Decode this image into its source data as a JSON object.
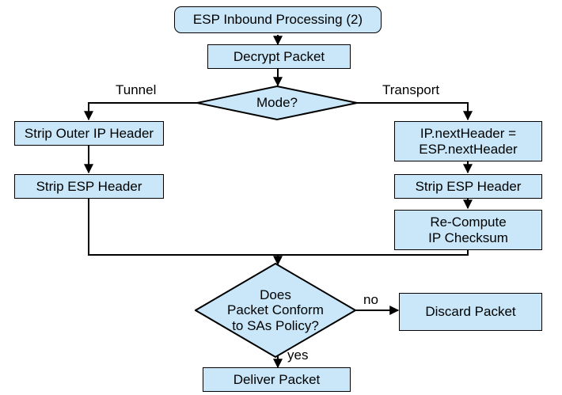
{
  "diagram": {
    "title": "ESP Inbound Processing (2)",
    "type": "flowchart",
    "colors": {
      "node_fill": "#c9e7f8",
      "node_stroke": "#000000",
      "text": "#000000",
      "background": "#ffffff"
    },
    "nodes": {
      "start": {
        "label": "ESP Inbound Processing (2)",
        "shape": "rounded-rectangle"
      },
      "decrypt": {
        "label": "Decrypt Packet",
        "shape": "rectangle"
      },
      "mode": {
        "label": "Mode?",
        "shape": "diamond"
      },
      "strip_outer_ip": {
        "label": "Strip Outer IP Header",
        "shape": "rectangle"
      },
      "strip_esp_left": {
        "label": "Strip ESP Header",
        "shape": "rectangle"
      },
      "next_header": {
        "label": "IP.nextHeader =\nESP.nextHeader",
        "shape": "rectangle"
      },
      "strip_esp_right": {
        "label": "Strip ESP Header",
        "shape": "rectangle"
      },
      "recompute": {
        "label": "Re-Compute\nIP Checksum",
        "shape": "rectangle"
      },
      "conform": {
        "label": "Does\nPacket Conform\nto SAs Policy?",
        "shape": "diamond"
      },
      "discard": {
        "label": "Discard Packet",
        "shape": "rectangle"
      },
      "deliver": {
        "label": "Deliver Packet",
        "shape": "rectangle"
      }
    },
    "edge_labels": {
      "tunnel": "Tunnel",
      "transport": "Transport",
      "no": "no",
      "yes": "yes"
    }
  }
}
